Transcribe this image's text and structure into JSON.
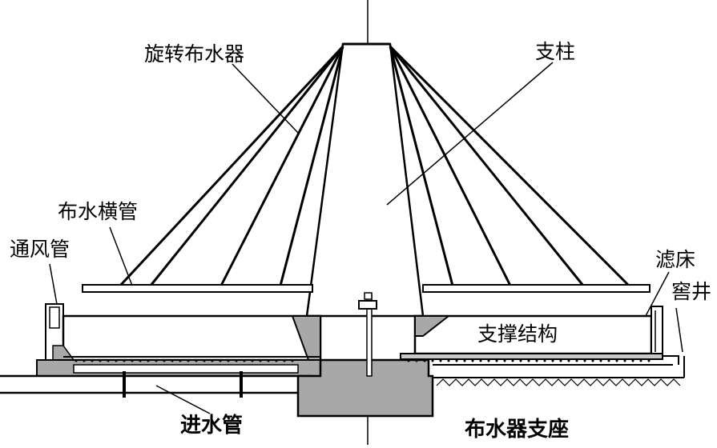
{
  "labels": {
    "rotating_distributor": "旋转布水器",
    "support_column": "支柱",
    "horizontal_pipe": "布水横管",
    "vent_pipe": "通风管",
    "filter_bed": "滤床",
    "cellar_well": "窖井",
    "support_structure": "支撑结构",
    "inlet_pipe": "进水管",
    "distributor_base": "布水器支座"
  },
  "colors": {
    "line": "#000000",
    "fill_gray": "#a8a8a8",
    "fill_light": "#c8c8c8",
    "background": "#ffffff"
  }
}
